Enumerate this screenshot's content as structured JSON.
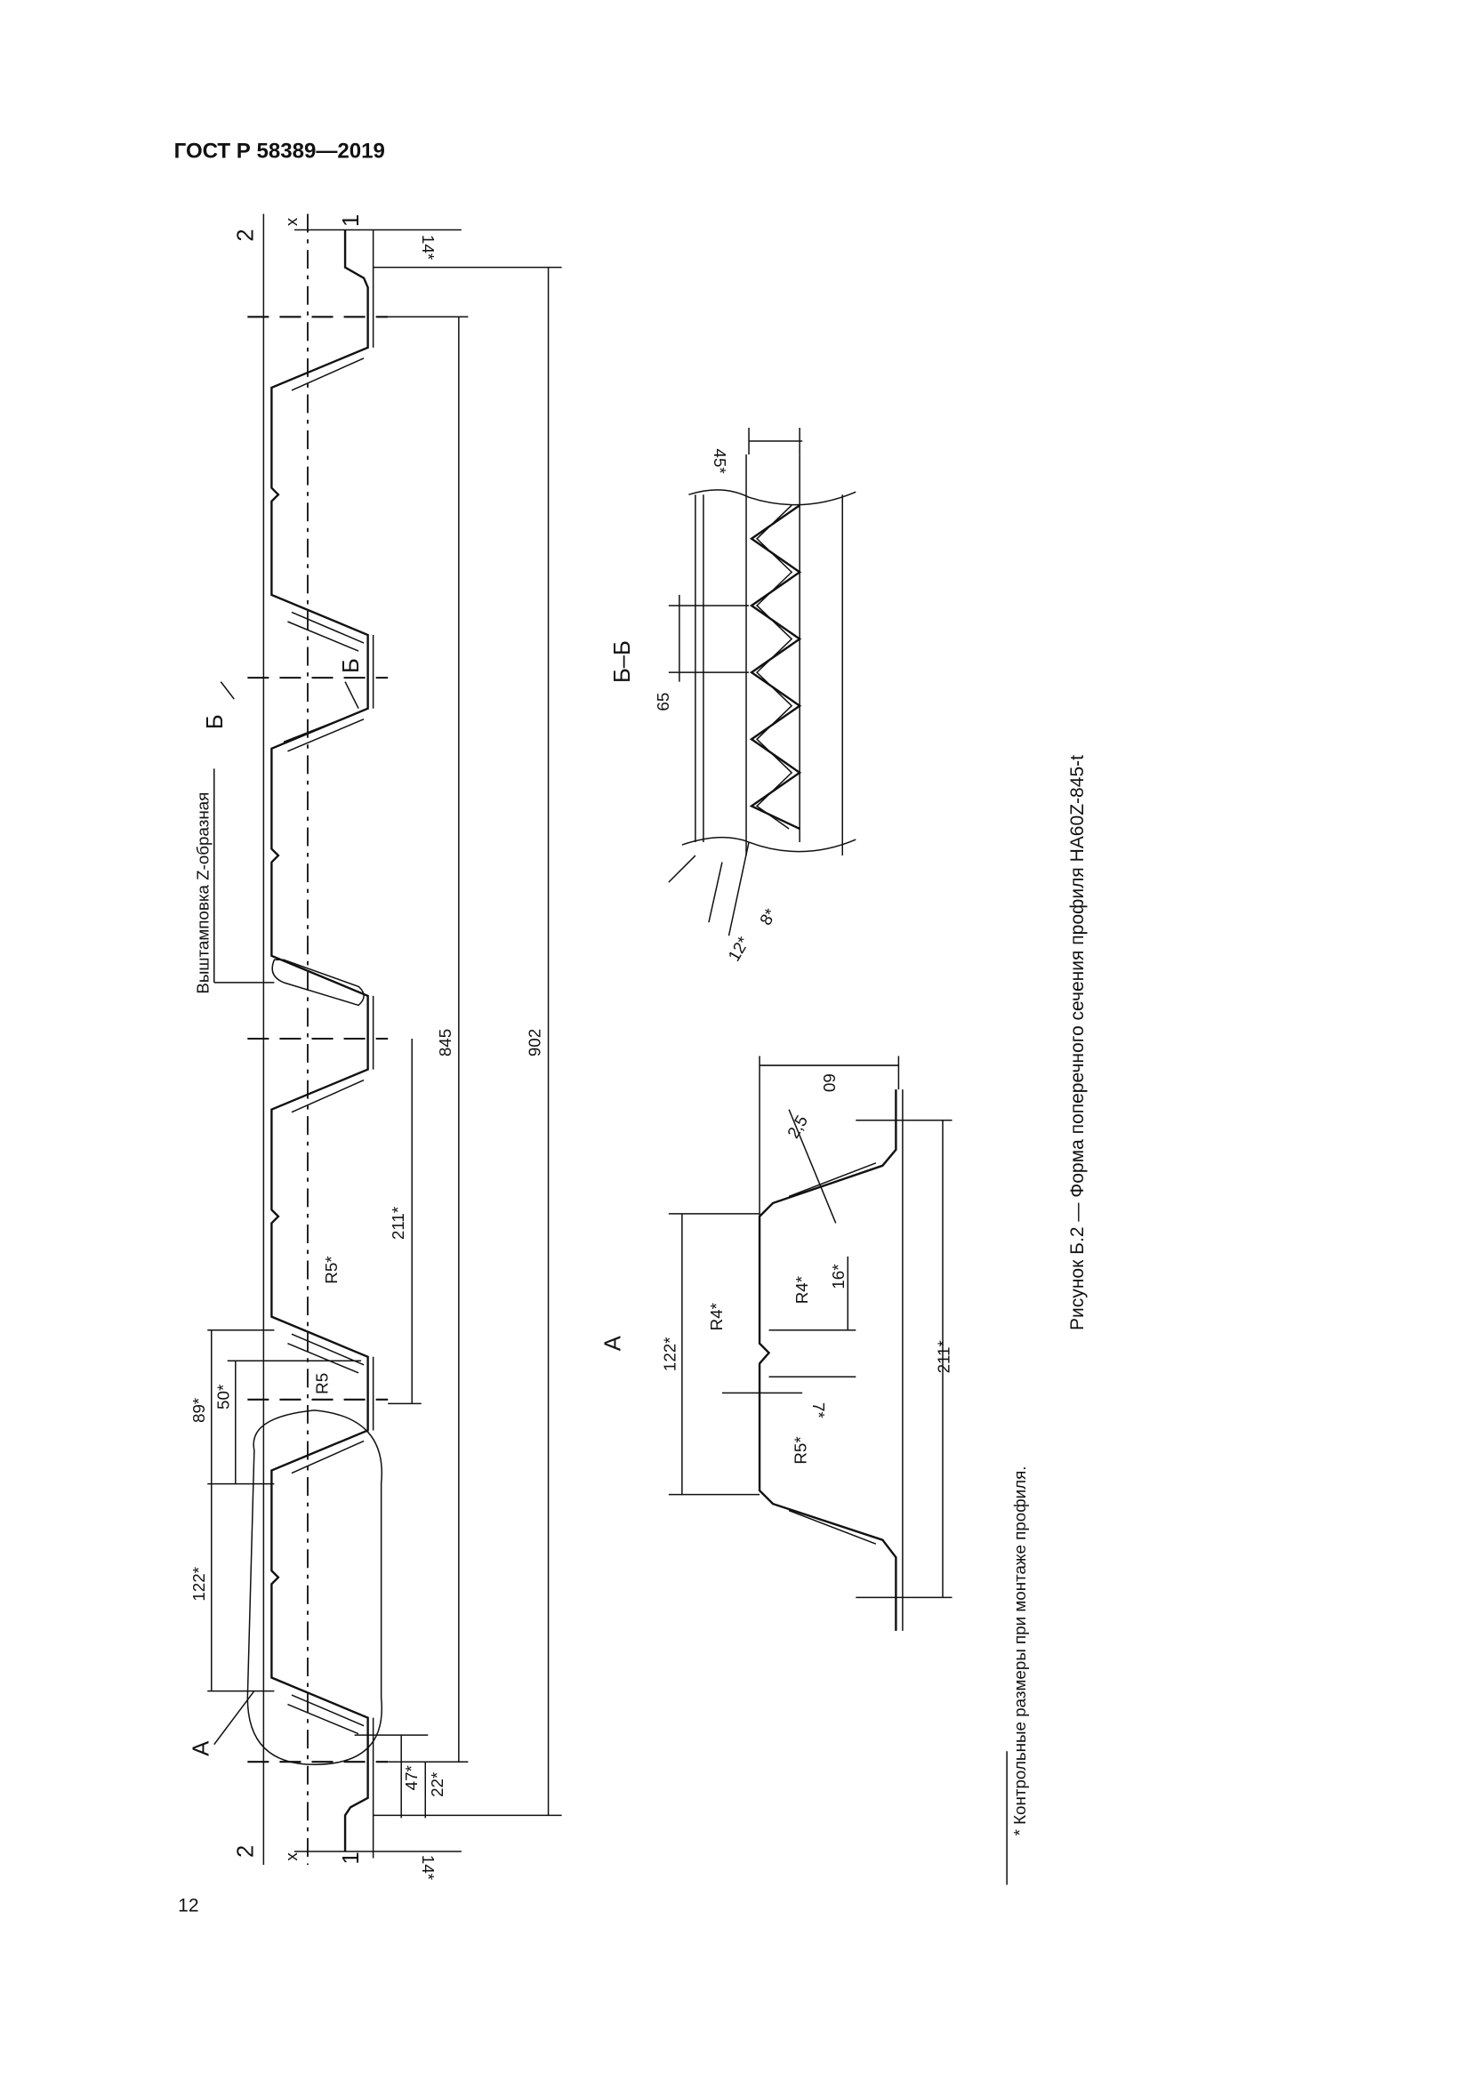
{
  "header": {
    "standard": "ГОСТ Р 58389—2019"
  },
  "page_number": "12",
  "figure": {
    "caption": "Рисунок Б.2 — Форма поперечного сечения профиля HA60Z-845-t",
    "footnote": "* Контрольные размеры при монтаже профиля."
  },
  "main_view": {
    "label_2": "2",
    "label_x": "x",
    "label_1": "1",
    "dim_14": "14*",
    "dim_845": "845",
    "dim_902": "902",
    "dim_211": "211*",
    "dim_122": "122*",
    "dim_89": "89*",
    "dim_50": "50*",
    "radius_r5_star": "R5*",
    "radius_r5": "R5",
    "dim_47": "47*",
    "dim_22": "22*",
    "section_mark": "Б",
    "stamping_note": "Выштамповка Z-образная",
    "detail_mark": "А"
  },
  "detail_a": {
    "title": "А",
    "dim_122": "122*",
    "radius_r4_a": "R4*",
    "radius_r4_b": "R4*",
    "dim_16": "16*",
    "dim_7": "7*",
    "radius_r5": "R5*",
    "dim_2_5": "2,5",
    "dim_60": "60",
    "dim_211": "211*"
  },
  "section_bb": {
    "title": "Б–Б",
    "dim_65": "65",
    "dim_45": "45*",
    "dim_12": "12*",
    "dim_8": "8*"
  }
}
